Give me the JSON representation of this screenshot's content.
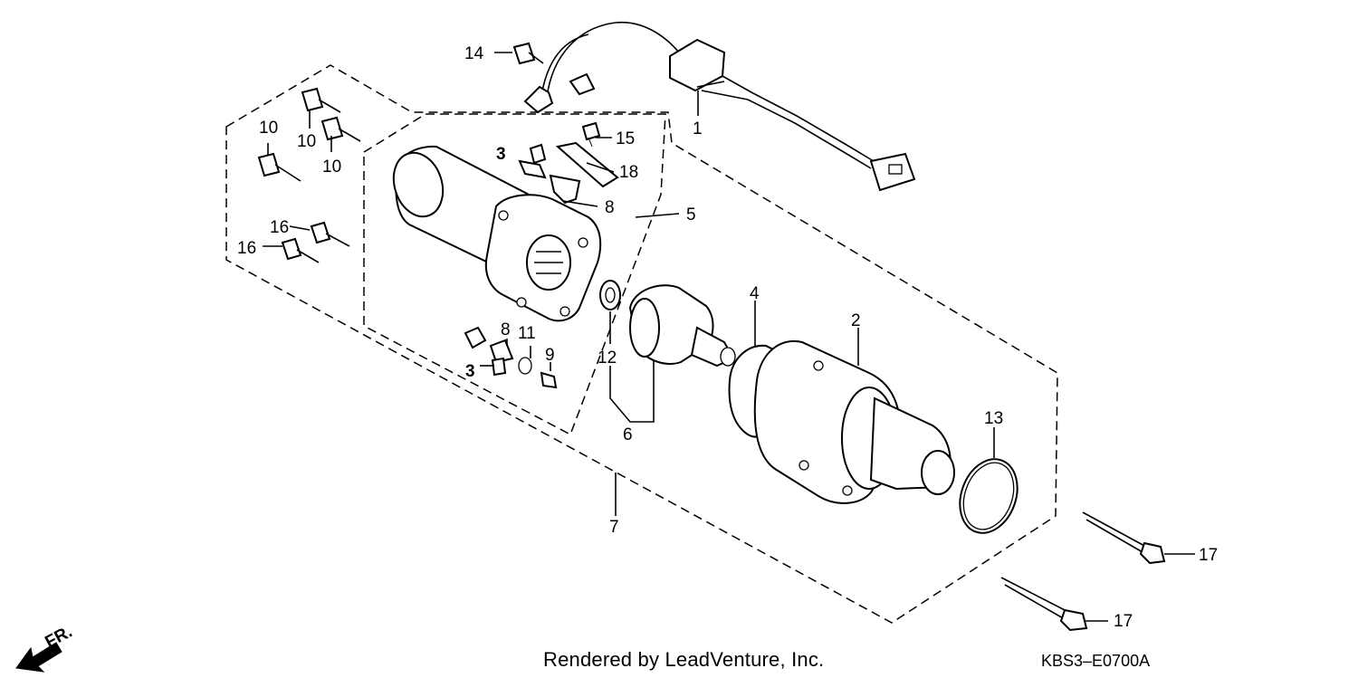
{
  "callouts": {
    "c1": "1",
    "c2": "2",
    "c3a": "3",
    "c3b": "3",
    "c4": "4",
    "c5": "5",
    "c6": "6",
    "c7": "7",
    "c8a": "8",
    "c8b": "8",
    "c9": "9",
    "c10a": "10",
    "c10b": "10",
    "c10c": "10",
    "c11": "11",
    "c12": "12",
    "c13": "13",
    "c14": "14",
    "c15": "15",
    "c16a": "16",
    "c16b": "16",
    "c17a": "17",
    "c17b": "17",
    "c18": "18"
  },
  "orientation_label": "FR.",
  "footer": {
    "credit": "Rendered by LeadVenture, Inc.",
    "code": "KBS3–E0700A"
  }
}
